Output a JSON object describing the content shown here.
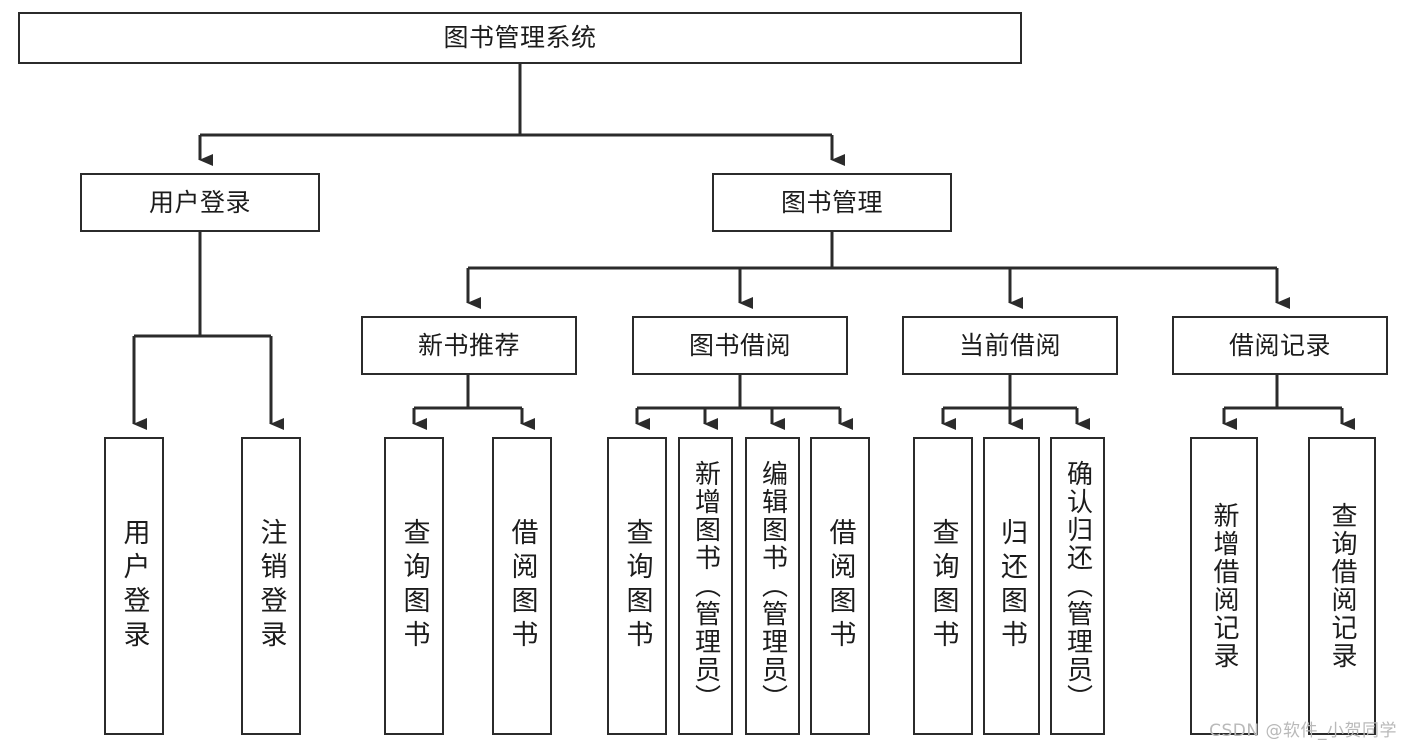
{
  "diagram": {
    "title": "图书管理系统",
    "type": "tree",
    "orientation": "top-down",
    "colors": {
      "background": "#ffffff",
      "node_fill": "#ffffff",
      "node_border": "#2b2b2b",
      "edge": "#2b2b2b",
      "text": "#1c1c1c",
      "watermark": "#b9b9b9"
    },
    "nodes": {
      "root": {
        "label": "图书管理系统"
      },
      "level2": [
        {
          "id": "user-login",
          "label": "用户登录"
        },
        {
          "id": "book-manage",
          "label": "图书管理"
        }
      ],
      "level3": [
        {
          "id": "new-book-recommend",
          "label": "新书推荐"
        },
        {
          "id": "book-borrow",
          "label": "图书借阅"
        },
        {
          "id": "current-borrow",
          "label": "当前借阅"
        },
        {
          "id": "borrow-record",
          "label": "借阅记录"
        }
      ],
      "leaves": [
        {
          "id": "leaf-user-login",
          "label": "用户登录",
          "parent": "user-login"
        },
        {
          "id": "leaf-logout-login",
          "label": "注销登录",
          "parent": "user-login"
        },
        {
          "id": "leaf-query-book-1",
          "label": "查询图书",
          "parent": "new-book-recommend"
        },
        {
          "id": "leaf-borrow-book-1",
          "label": "借阅图书",
          "parent": "new-book-recommend"
        },
        {
          "id": "leaf-query-book-2",
          "label": "查询图书",
          "parent": "book-borrow"
        },
        {
          "id": "leaf-add-book",
          "label": "新增图书（管理员）",
          "parent": "book-borrow"
        },
        {
          "id": "leaf-edit-book",
          "label": "编辑图书（管理员）",
          "parent": "book-borrow"
        },
        {
          "id": "leaf-borrow-book-2",
          "label": "借阅图书",
          "parent": "book-borrow"
        },
        {
          "id": "leaf-query-book-3",
          "label": "查询图书",
          "parent": "current-borrow"
        },
        {
          "id": "leaf-return-book",
          "label": "归还图书",
          "parent": "current-borrow"
        },
        {
          "id": "leaf-confirm-return",
          "label": "确认归还（管理员）",
          "parent": "current-borrow"
        },
        {
          "id": "leaf-add-record",
          "label": "新增借阅记录",
          "parent": "borrow-record"
        },
        {
          "id": "leaf-query-record",
          "label": "查询借阅记录",
          "parent": "borrow-record"
        }
      ]
    }
  },
  "watermark": {
    "text": "CSDN @软件_小贺同学"
  }
}
